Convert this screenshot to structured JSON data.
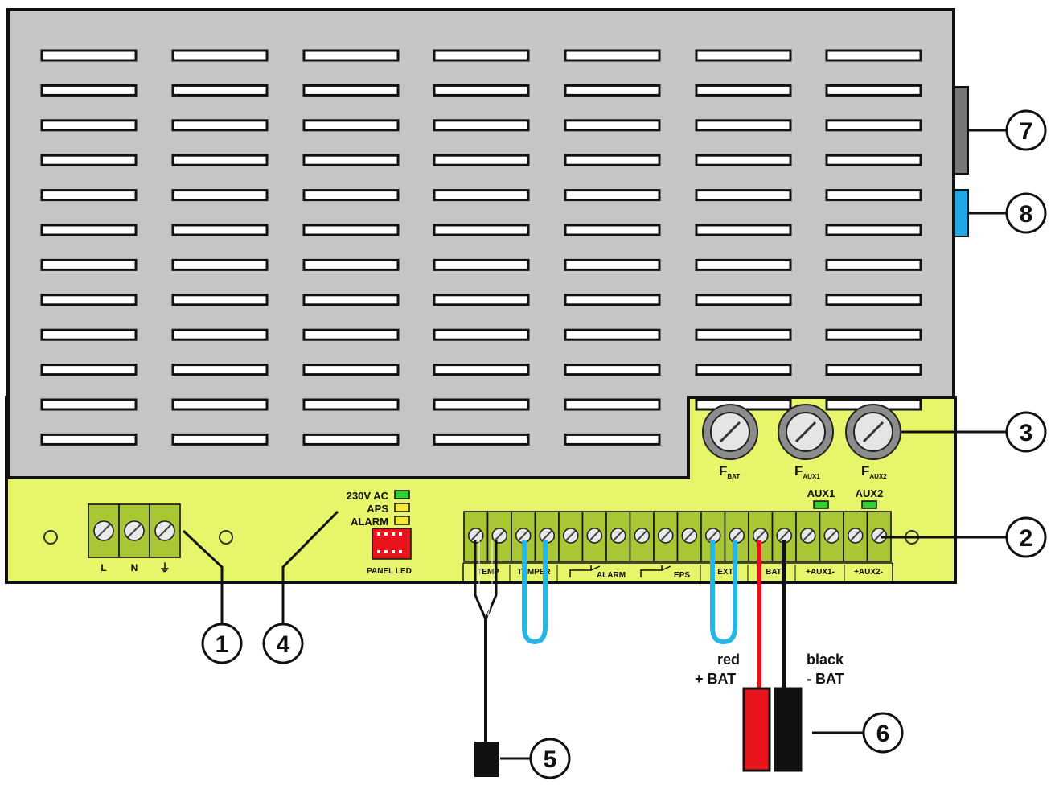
{
  "colors": {
    "cover": "#c5c5c5",
    "board": "#e6f56a",
    "terminal": "#a9c634",
    "led_green": "#2ed12e",
    "led_yellow": "#f3ec2f",
    "wire_blue": "#26b6e6",
    "wire_red": "#e8141b",
    "wire_black": "#111111",
    "side_gray": "#777777",
    "side_blue": "#1fa7e6",
    "panel_led_connector": "#e8141b"
  },
  "fuses": {
    "f_bat": {
      "main": "F",
      "sub": "BAT"
    },
    "f_aux1": {
      "main": "F",
      "sub": "AUX1"
    },
    "f_aux2": {
      "main": "F",
      "sub": "AUX2"
    }
  },
  "status_leds": {
    "led_230": "230V AC",
    "led_aps": "APS",
    "led_alarm": "ALARM"
  },
  "panel_led": "PANEL LED",
  "aux_leds": {
    "aux1": "AUX1",
    "aux2": "AUX2"
  },
  "mains_terminal": {
    "l": "L",
    "n": "N",
    "pe": "⏚"
  },
  "terminal_labels": {
    "temp": "TEMP",
    "tamper": "TAMPER",
    "alarm": "ALARM",
    "eps": "EPS",
    "ext": "EXT",
    "bat": "BAT",
    "aux1": "+AUX1-",
    "aux2": "+AUX2-"
  },
  "wire_labels": {
    "red_line1": "red",
    "red_line2": "+ BAT",
    "black_line1": "black",
    "black_line2": "- BAT"
  },
  "callouts": [
    "1",
    "2",
    "3",
    "4",
    "5",
    "6",
    "7",
    "8"
  ]
}
